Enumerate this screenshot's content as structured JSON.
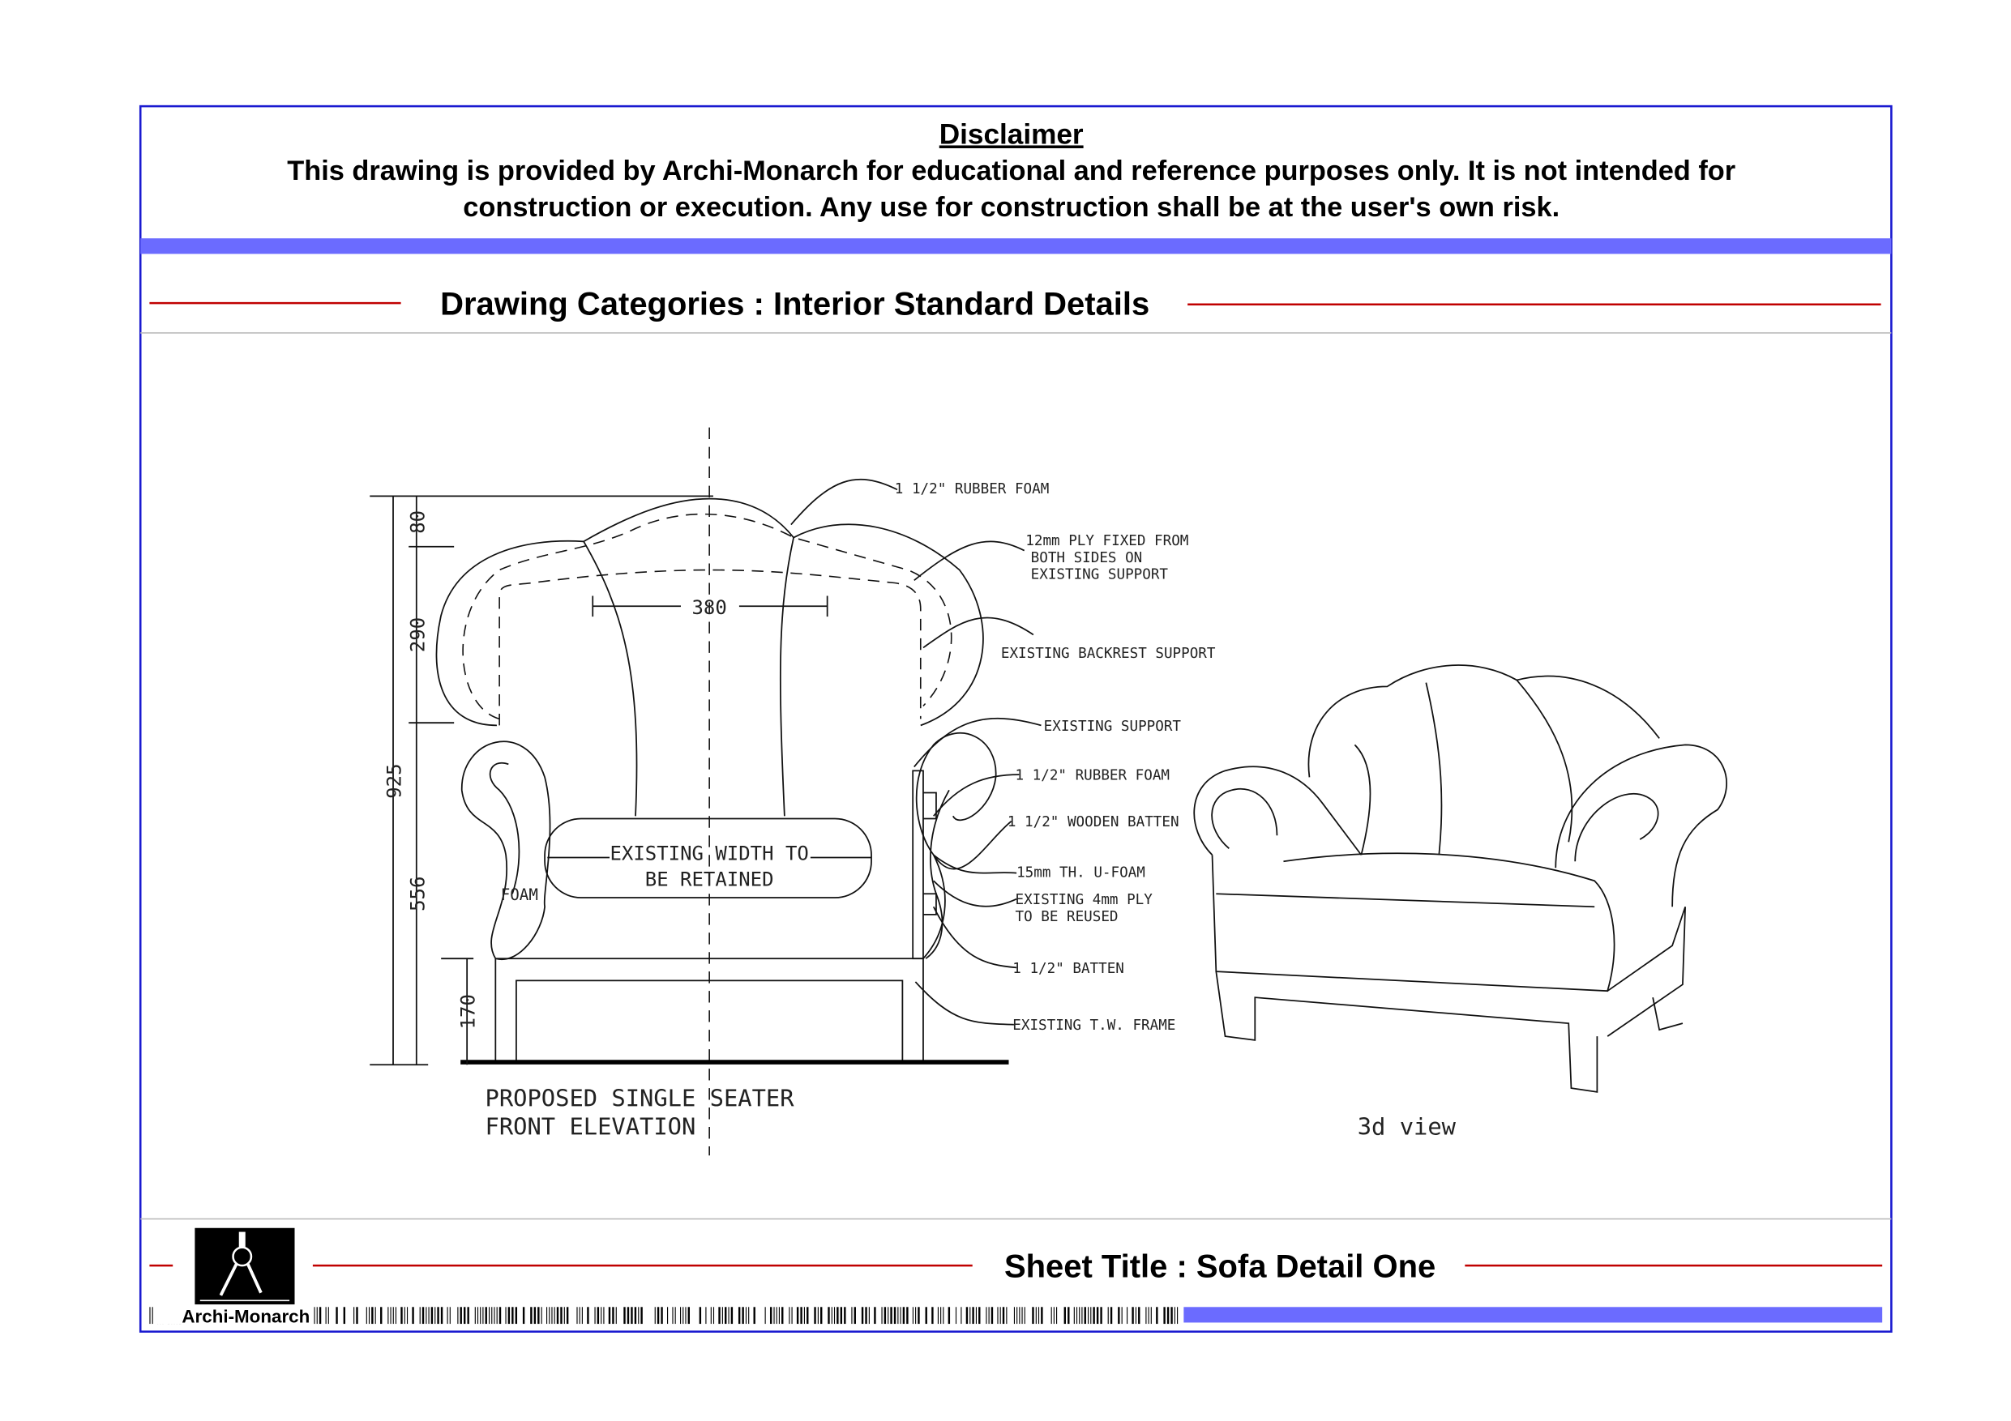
{
  "disclaimer": {
    "title": "Disclaimer",
    "line1": "This drawing is provided by Archi-Monarch for educational and reference purposes only. It is not intended for",
    "line2": "construction or execution. Any use for construction shall be at the user's own risk."
  },
  "category_title": "Drawing Categories : Interior Standard Details",
  "sheet_title": "Sheet Title : Sofa Detail One",
  "logo_text": "Archi-Monarch",
  "colors": {
    "frame": "#1a1ad0",
    "band": "#6b6bff",
    "rule": "#c00000"
  },
  "drawing": {
    "dimensions": {
      "total": "925",
      "top": "80",
      "back": "290",
      "seat": "556",
      "base": "170",
      "width": "380"
    },
    "labels": {
      "foam": "FOAM",
      "existing_width_1": "EXISTING  WIDTH  TO",
      "existing_width_2": "BE  RETAINED",
      "caption_1": "PROPOSED  SINGLE  SEATER",
      "caption_2": "FRONT  ELEVATION",
      "view_3d": "3d  view"
    },
    "annotations": [
      "1  1/2\"  RUBBER  FOAM",
      "12mm  PLY  FIXED  FROM",
      "BOTH  SIDES  ON",
      "EXISTING  SUPPORT",
      "EXISTING  BACKREST  SUPPORT",
      "EXISTING  SUPPORT",
      "1  1/2\"  RUBBER  FOAM",
      "1  1/2\"  WOODEN  BATTEN",
      "15mm  TH.  U-FOAM",
      "EXISTING  4mm  PLY",
      "TO  BE  REUSED",
      "1  1/2\"  BATTEN",
      "EXISTING  T.W.  FRAME"
    ]
  }
}
